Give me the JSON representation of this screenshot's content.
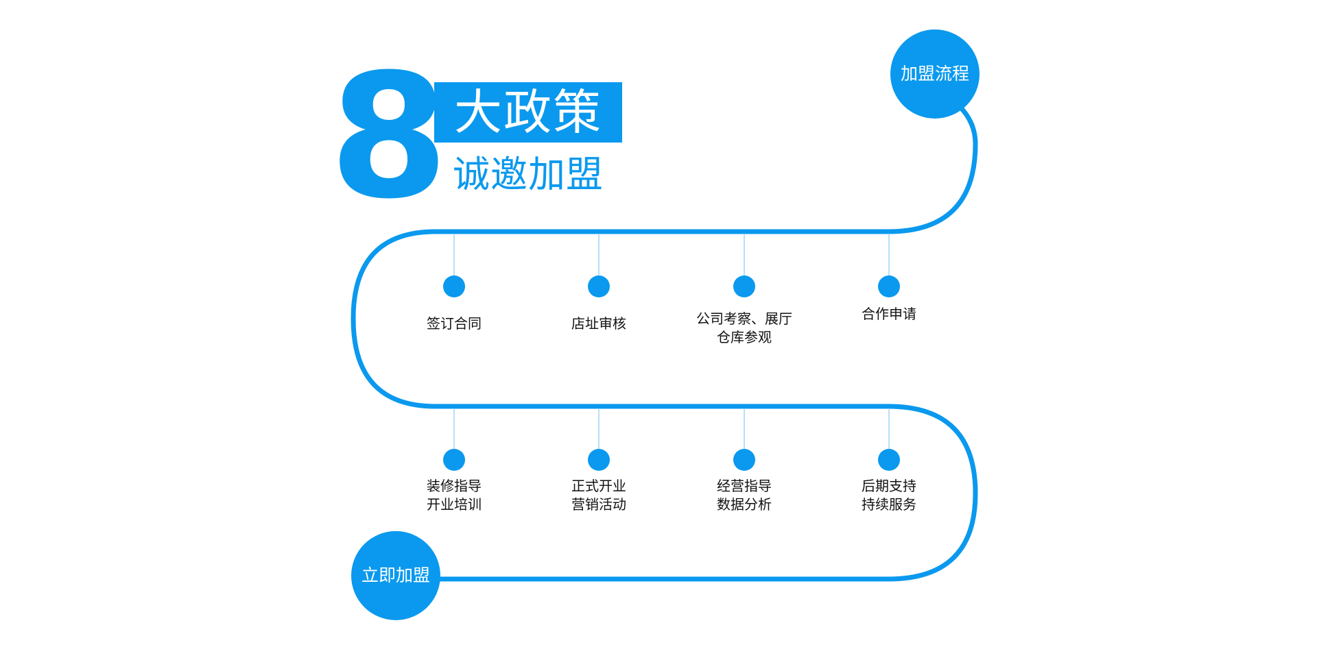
{
  "header": {
    "number": "8",
    "title": "大政策",
    "subtitle": "诚邀加盟"
  },
  "start_button": {
    "label": "加盟流程"
  },
  "end_button": {
    "label": "立即加盟"
  },
  "row1_steps": [
    {
      "lines": [
        "签订合同"
      ]
    },
    {
      "lines": [
        "店址审核"
      ]
    },
    {
      "lines": [
        "公司考察、展厅",
        "仓库参观"
      ]
    },
    {
      "lines": [
        "合作申请"
      ]
    }
  ],
  "row2_steps": [
    {
      "lines": [
        "装修指导",
        "开业培训"
      ]
    },
    {
      "lines": [
        "正式开业",
        "营销活动"
      ]
    },
    {
      "lines": [
        "经营指导",
        "数据分析"
      ]
    },
    {
      "lines": [
        "后期支持",
        "持续服务"
      ]
    }
  ],
  "colors": {
    "accent": "#0a99ee",
    "connector": "#9fd4f6",
    "text": "#111111",
    "background": "#ffffff"
  }
}
